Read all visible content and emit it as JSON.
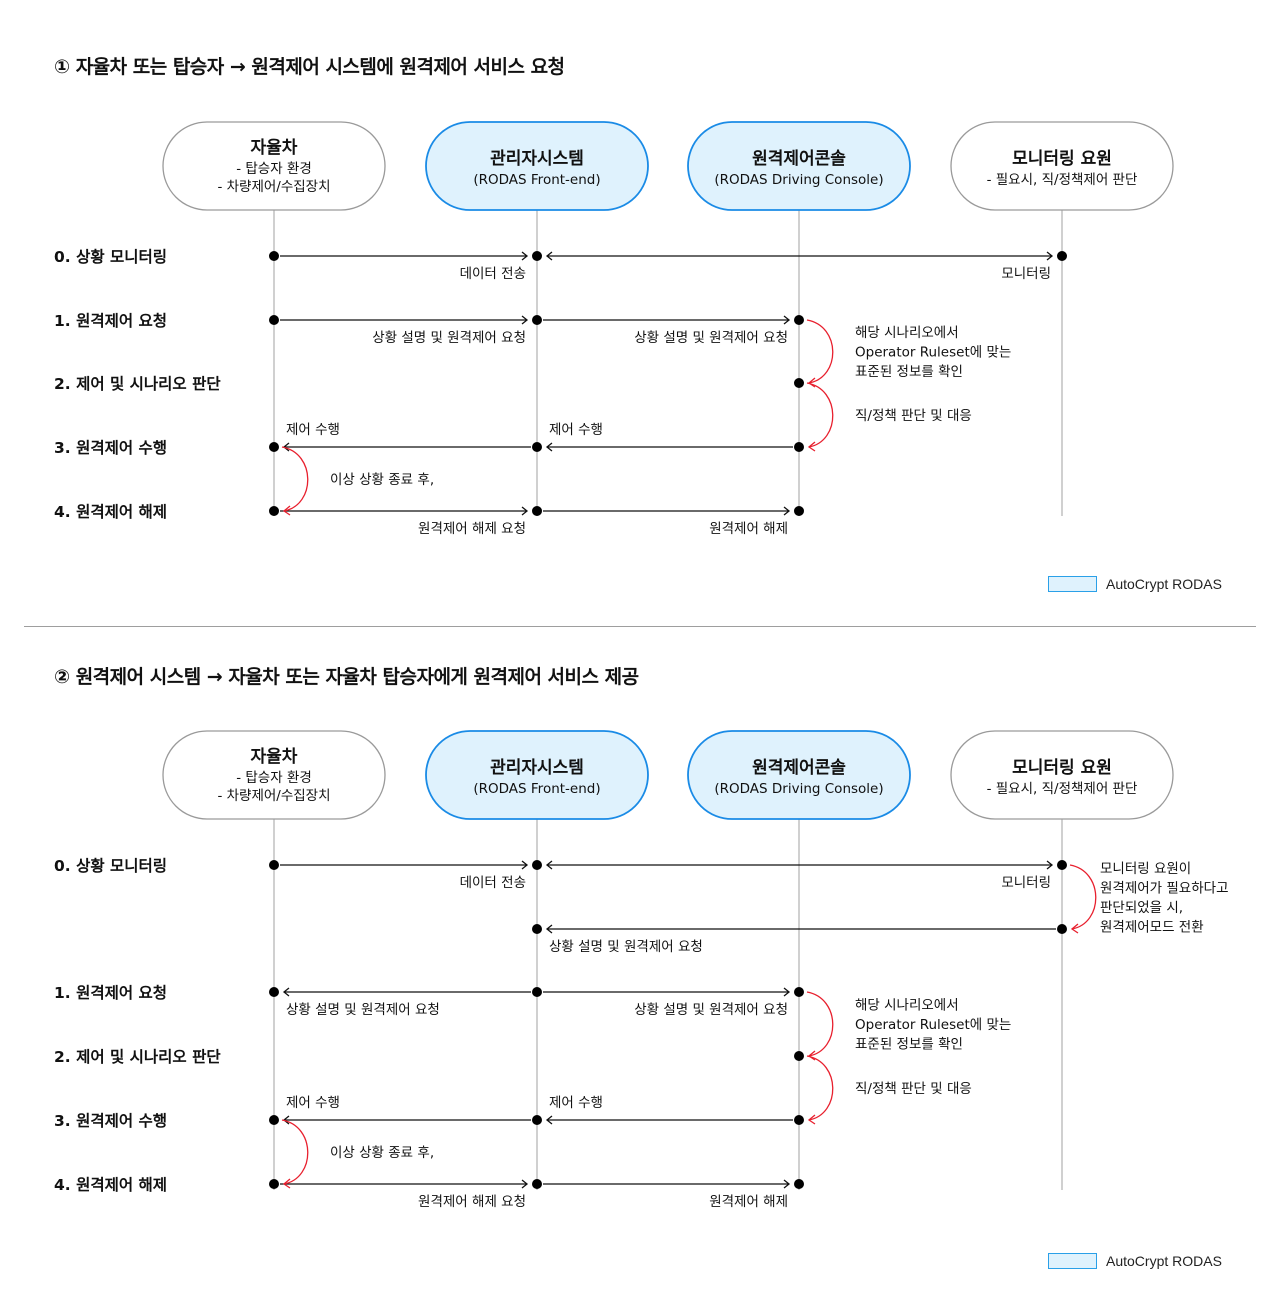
{
  "colors": {
    "highlight_fill": "#dff2fd",
    "highlight_border": "#1a8be6",
    "plain_border": "#9a9a9a",
    "lifeline": "#b0b0b0",
    "arrow": "#111111",
    "loop_arrow": "#e8202e"
  },
  "legend": {
    "label": "AutoCrypt RODAS"
  },
  "sections": [
    {
      "title": "① 자율차 또는 탑승자 → 원격제어 시스템에 원격제어 서비스 요청",
      "actors": [
        {
          "title": "자율차",
          "lines": [
            "- 탑승자 환경",
            "- 차량제어/수집장치"
          ],
          "highlight": false
        },
        {
          "title": "관리자시스템",
          "lines": [
            "(RODAS Front-end)"
          ],
          "highlight": true
        },
        {
          "title": "원격제어콘솔",
          "lines": [
            "(RODAS Driving Console)"
          ],
          "highlight": true
        },
        {
          "title": "모니터링 요원",
          "lines": [
            "- 필요시, 직/정책제어 판단"
          ],
          "highlight": false
        }
      ],
      "steps": [
        {
          "label": "0. 상황 모니터링",
          "row": 0
        },
        {
          "label": "1. 원격제어 요청",
          "row": 1
        },
        {
          "label": "2. 제어 및 시나리오 판단",
          "row": 2
        },
        {
          "label": "3. 원격제어 수행",
          "row": 3
        },
        {
          "label": "4. 원격제어 해제",
          "row": 4
        }
      ],
      "messages": [
        {
          "row": 0,
          "from": 0,
          "to": 1,
          "label": "데이터 전송",
          "label_pos": "below-right",
          "double": false
        },
        {
          "row": 0,
          "from": 1,
          "to": 3,
          "label": "모니터링",
          "label_pos": "below-right",
          "double": true
        },
        {
          "row": 1,
          "from": 0,
          "to": 1,
          "label": "상황 설명 및 원격제어 요청",
          "label_pos": "below-right",
          "double": false
        },
        {
          "row": 1,
          "from": 1,
          "to": 2,
          "label": "상황 설명 및 원격제어 요청",
          "label_pos": "below-right",
          "double": false
        },
        {
          "row": 3,
          "from": 2,
          "to": 1,
          "label": "제어 수행",
          "label_pos": "above-left",
          "double": false
        },
        {
          "row": 3,
          "from": 1,
          "to": 0,
          "label": "제어 수행",
          "label_pos": "above-left",
          "double": false
        },
        {
          "row": 4,
          "from": 0,
          "to": 1,
          "label": "원격제어 해제 요청",
          "label_pos": "below-right",
          "double": false
        },
        {
          "row": 4,
          "from": 1,
          "to": 2,
          "label": "원격제어 해제",
          "label_pos": "below-right",
          "double": false
        }
      ],
      "dots": [
        {
          "row": 0,
          "actor": 0
        },
        {
          "row": 0,
          "actor": 1
        },
        {
          "row": 0,
          "actor": 3
        },
        {
          "row": 1,
          "actor": 0
        },
        {
          "row": 1,
          "actor": 1
        },
        {
          "row": 1,
          "actor": 2
        },
        {
          "row": 2,
          "actor": 2
        },
        {
          "row": 3,
          "actor": 0
        },
        {
          "row": 3,
          "actor": 1
        },
        {
          "row": 3,
          "actor": 2
        },
        {
          "row": 4,
          "actor": 0
        },
        {
          "row": 4,
          "actor": 1
        },
        {
          "row": 4,
          "actor": 2
        }
      ],
      "loops": [
        {
          "actor": 2,
          "from_row": 1,
          "to_row": 2,
          "lines": [
            "해당 시나리오에서",
            "Operator Ruleset에 맞는",
            "표준된 정보를 확인"
          ]
        },
        {
          "actor": 2,
          "from_row": 2,
          "to_row": 3,
          "lines": [
            "직/정책 판단 및 대응"
          ]
        },
        {
          "actor": 0,
          "from_row": 3,
          "to_row": 4,
          "lines": [
            "이상 상황 종료 후,"
          ]
        }
      ]
    },
    {
      "title": "② 원격제어 시스템 → 자율차 또는 자율차 탑승자에게 원격제어 서비스 제공",
      "actors": [
        {
          "title": "자율차",
          "lines": [
            "- 탑승자 환경",
            "- 차량제어/수집장치"
          ],
          "highlight": false
        },
        {
          "title": "관리자시스템",
          "lines": [
            "(RODAS Front-end)"
          ],
          "highlight": true
        },
        {
          "title": "원격제어콘솔",
          "lines": [
            "(RODAS Driving Console)"
          ],
          "highlight": true
        },
        {
          "title": "모니터링 요원",
          "lines": [
            "- 필요시, 직/정책제어 판단"
          ],
          "highlight": false
        }
      ],
      "steps": [
        {
          "label": "0. 상황 모니터링",
          "row": 0
        },
        {
          "label": "1. 원격제어 요청",
          "row": 2
        },
        {
          "label": "2. 제어 및 시나리오 판단",
          "row": 3
        },
        {
          "label": "3. 원격제어 수행",
          "row": 4
        },
        {
          "label": "4. 원격제어 해제",
          "row": 5
        }
      ],
      "messages": [
        {
          "row": 0,
          "from": 0,
          "to": 1,
          "label": "데이터 전송",
          "label_pos": "below-right",
          "double": false
        },
        {
          "row": 0,
          "from": 1,
          "to": 3,
          "label": "모니터링",
          "label_pos": "below-right",
          "double": true
        },
        {
          "row": 1,
          "from": 3,
          "to": 1,
          "label": "상황 설명 및 원격제어 요청",
          "label_pos": "below-left",
          "double": false
        },
        {
          "row": 2,
          "from": 1,
          "to": 0,
          "label": "상황 설명 및 원격제어 요청",
          "label_pos": "below-left",
          "double": false
        },
        {
          "row": 2,
          "from": 1,
          "to": 2,
          "label": "상황 설명 및 원격제어 요청",
          "label_pos": "below-right",
          "double": false
        },
        {
          "row": 4,
          "from": 2,
          "to": 1,
          "label": "제어 수행",
          "label_pos": "above-left",
          "double": false
        },
        {
          "row": 4,
          "from": 1,
          "to": 0,
          "label": "제어 수행",
          "label_pos": "above-left",
          "double": false
        },
        {
          "row": 5,
          "from": 0,
          "to": 1,
          "label": "원격제어 해제 요청",
          "label_pos": "below-right",
          "double": false
        },
        {
          "row": 5,
          "from": 1,
          "to": 2,
          "label": "원격제어 해제",
          "label_pos": "below-right",
          "double": false
        }
      ],
      "dots": [
        {
          "row": 0,
          "actor": 0
        },
        {
          "row": 0,
          "actor": 1
        },
        {
          "row": 0,
          "actor": 3
        },
        {
          "row": 1,
          "actor": 1
        },
        {
          "row": 1,
          "actor": 3
        },
        {
          "row": 2,
          "actor": 0
        },
        {
          "row": 2,
          "actor": 1
        },
        {
          "row": 2,
          "actor": 2
        },
        {
          "row": 3,
          "actor": 2
        },
        {
          "row": 4,
          "actor": 0
        },
        {
          "row": 4,
          "actor": 1
        },
        {
          "row": 4,
          "actor": 2
        },
        {
          "row": 5,
          "actor": 0
        },
        {
          "row": 5,
          "actor": 1
        },
        {
          "row": 5,
          "actor": 2
        }
      ],
      "loops": [
        {
          "actor": 3,
          "from_row": 0,
          "to_row": 1,
          "lines": [
            "모니터링 요원이",
            "원격제어가 필요하다고",
            "판단되었을 시,",
            "원격제어모드 전환"
          ]
        },
        {
          "actor": 2,
          "from_row": 2,
          "to_row": 3,
          "lines": [
            "해당 시나리오에서",
            "Operator Ruleset에 맞는",
            "표준된 정보를 확인"
          ]
        },
        {
          "actor": 2,
          "from_row": 3,
          "to_row": 4,
          "lines": [
            "직/정책 판단 및 대응"
          ]
        },
        {
          "actor": 0,
          "from_row": 4,
          "to_row": 5,
          "lines": [
            "이상 상황 종료 후,"
          ]
        }
      ]
    }
  ]
}
